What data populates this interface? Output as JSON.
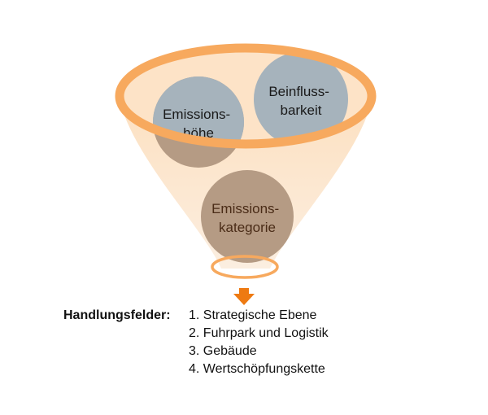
{
  "diagram": {
    "bubbles": [
      {
        "id": "emissionshoehe",
        "lines": [
          "Emissions-",
          "höhe"
        ]
      },
      {
        "id": "beeinflussbarkeit",
        "lines": [
          "Beinfluss-",
          "barkeit"
        ]
      },
      {
        "id": "emissionskategorie",
        "lines": [
          "Emissions-",
          "kategorie"
        ]
      }
    ]
  },
  "fields": {
    "heading": "Handlungsfelder:",
    "items": [
      "1. Strategische Ebene",
      "2. Fuhrpark und Logistik",
      "3. Gebäude",
      "4. Wertschöpfungskette"
    ]
  },
  "colors": {
    "funnel_fill": "#fde3c7",
    "funnel_rim": "#f7a95e",
    "bubble_grey": "#a6b3bc",
    "bubble_brown": "#b59b84",
    "arrow": "#ee7a12",
    "label_dark": "#1a1a1a",
    "label_brown": "#4a2c17"
  }
}
